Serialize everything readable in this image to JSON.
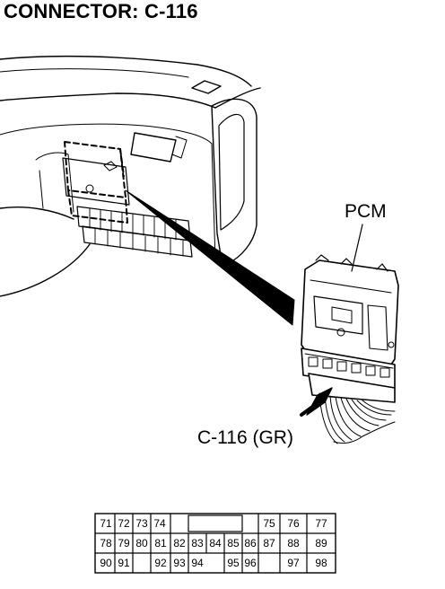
{
  "title": "CONNECTOR: C-116",
  "labels": {
    "pcm": "PCM",
    "connector": "C-116 (GR)"
  },
  "connector_pins": {
    "row1": [
      "71",
      "72",
      "73",
      "74",
      "75",
      "76",
      "77"
    ],
    "row2": [
      "78",
      "79",
      "80",
      "81",
      "82",
      "83",
      "84",
      "85",
      "86",
      "87",
      "88",
      "89"
    ],
    "row3": [
      "90",
      "91",
      "92",
      "93",
      "94",
      "95",
      "96",
      "97",
      "98"
    ]
  }
}
